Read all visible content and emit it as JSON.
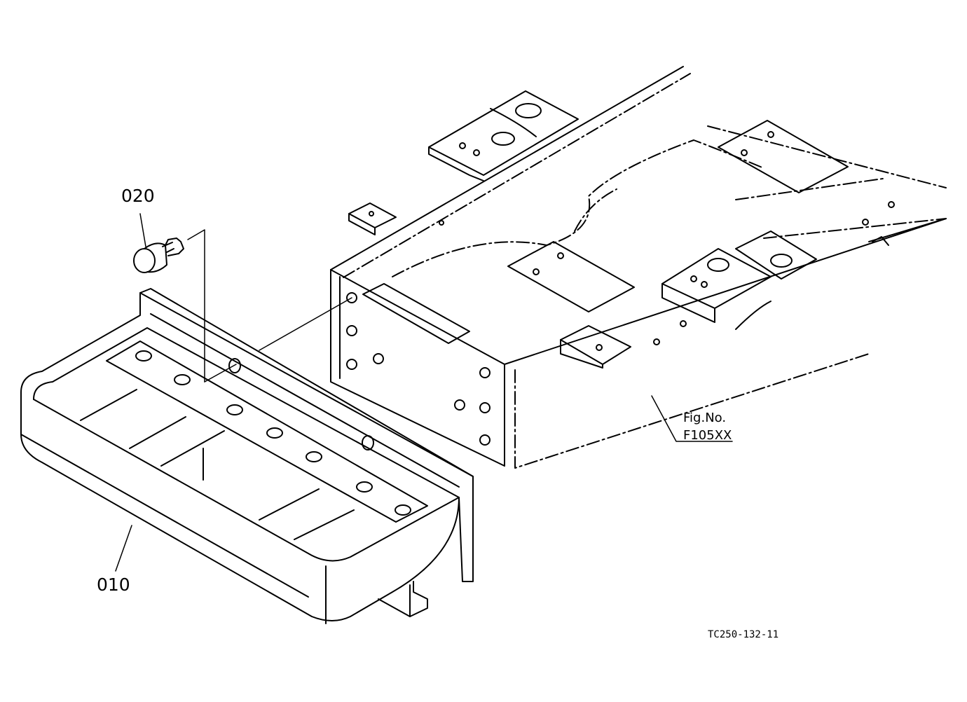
{
  "diagram": {
    "part_labels": [
      {
        "id": "part-010",
        "text": "010"
      },
      {
        "id": "part-020",
        "text": "020"
      }
    ],
    "figure_reference": {
      "line1": "Fig.No.",
      "line2": "F105XX"
    },
    "drawing_code": "TC250-132-11",
    "colors": {
      "line": "#000000",
      "background": "#ffffff"
    }
  }
}
